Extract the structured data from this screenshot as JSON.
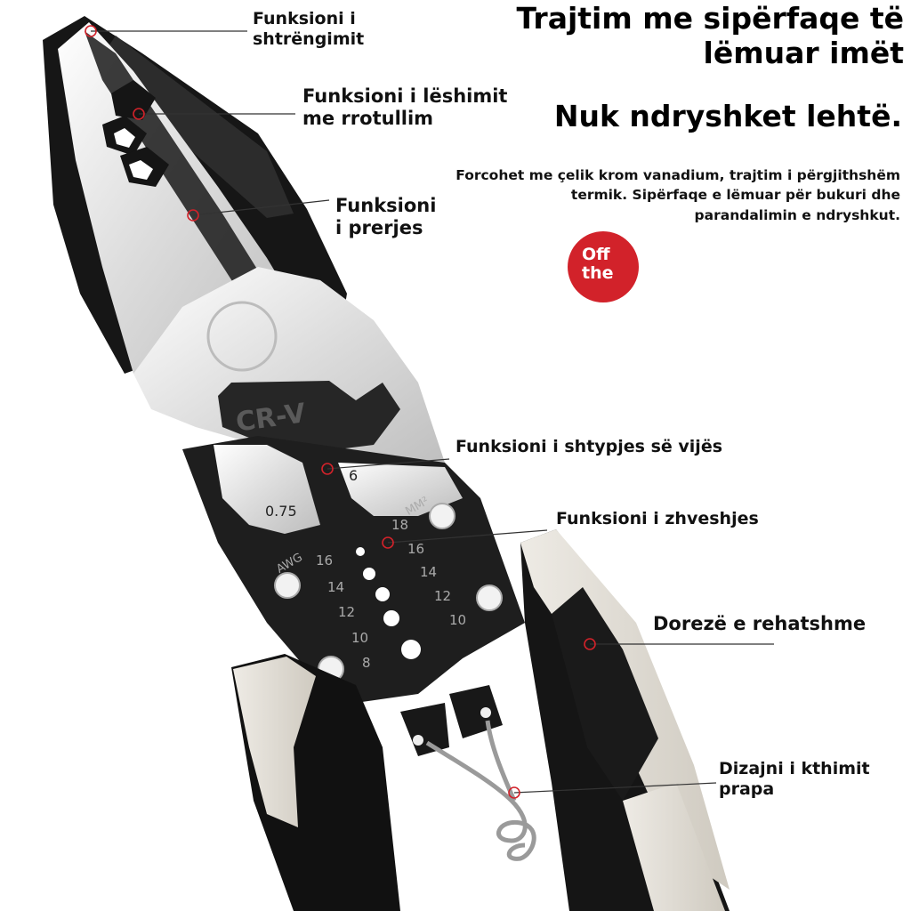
{
  "headline": {
    "line1": "Trajtim me sipërfaqe të",
    "line2": "lëmuar imët",
    "line3": "Nuk ndryshket lehtë."
  },
  "description": {
    "line1": "Forcohet me çelik krom vanadium, trajtim i përgjithshëm",
    "line2": "termik. Sipërfaqe e lëmuar për bukuri dhe",
    "line3": "parandalimin e ndryshkut."
  },
  "badge": {
    "line1": "Off",
    "line2": "the"
  },
  "callouts": {
    "gripping": {
      "line1": "Funksioni i",
      "line2": "shtrëngimit"
    },
    "rotation": {
      "line1": "Funksioni i lëshimit",
      "line2": "me rrotullim"
    },
    "cutting": {
      "line1": "Funksioni",
      "line2": "i prerjes"
    },
    "crimping": "Funksioni i shtypjes së vijës",
    "stripping": "Funksioni i zhveshjes",
    "handle": "Dorezë e rehatshme",
    "spring": "Dizajni i kthimit prapa"
  },
  "tool_marks": {
    "brand": "CR-V",
    "crimp_large": "6",
    "crimp_small": "0.75",
    "awg": "AWG",
    "mm": "MM²",
    "awg_sizes": [
      "16",
      "14",
      "12",
      "10",
      "8"
    ],
    "mm_sizes": [
      "18",
      "16",
      "14",
      "12",
      "10"
    ]
  },
  "colors": {
    "accent": "#d2222a",
    "steel": "#e3e3e3",
    "dark": "#1c1c1c",
    "grip": "#dcd8d0"
  },
  "icons": [
    "pliers-image",
    "callout-marker-icon"
  ]
}
